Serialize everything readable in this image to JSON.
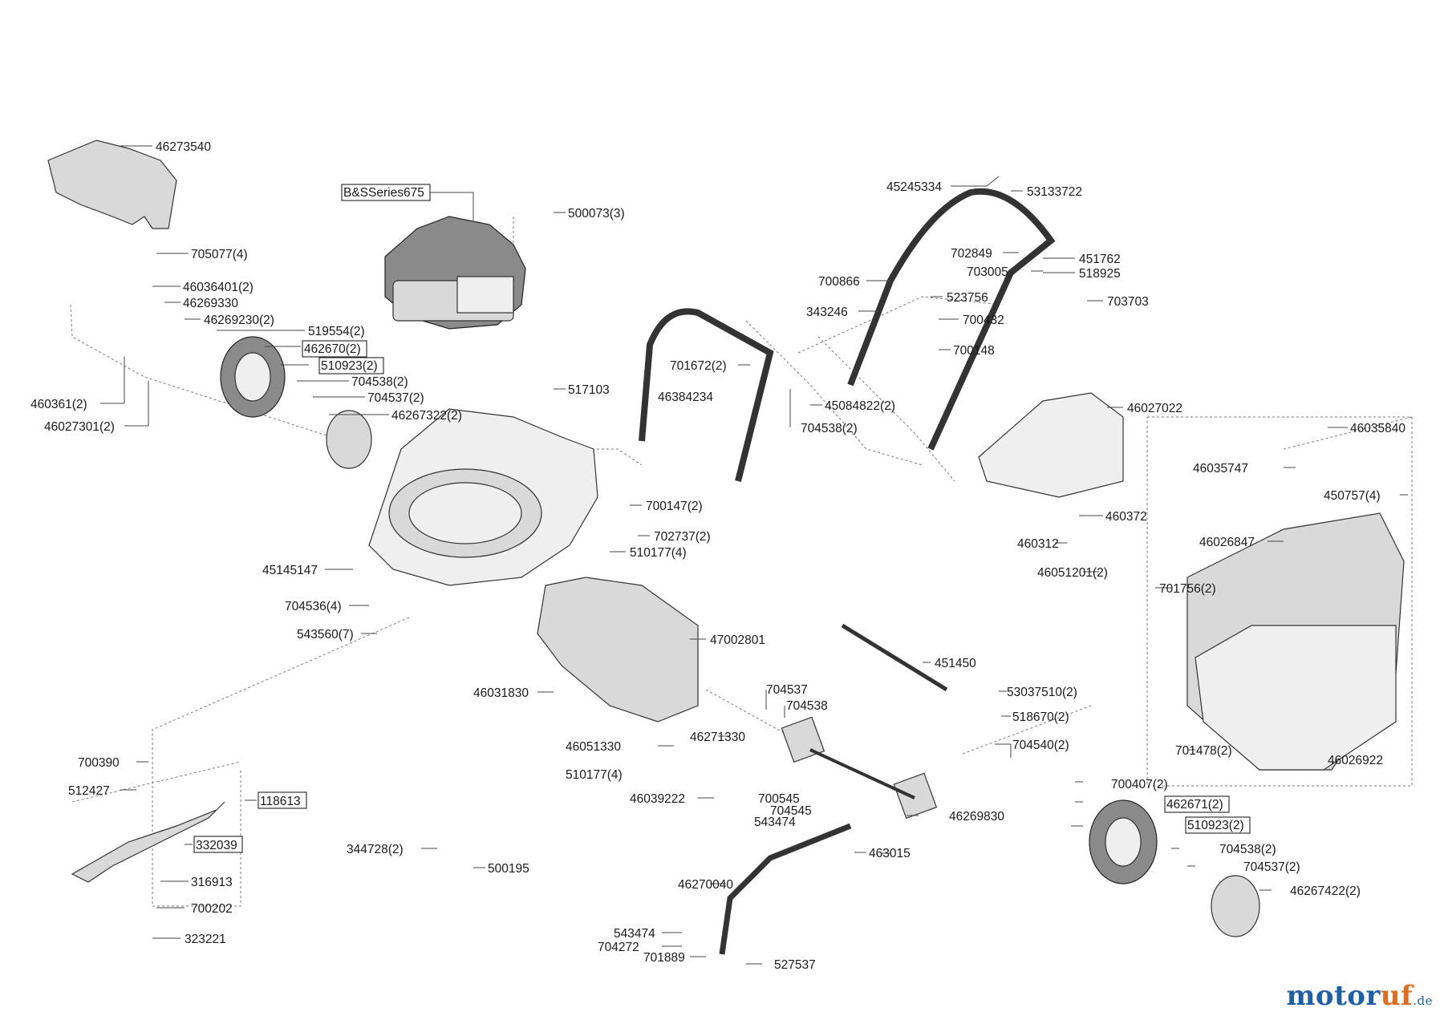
{
  "watermark": {
    "main_a": "motor",
    "main_b": "uf",
    "suffix": ".de"
  },
  "labels": [
    "46273540",
    "B&SSeries675",
    "500073(3)",
    "705077(4)",
    "46036401(2)",
    "46269330",
    "46269230(2)",
    "519554(2)",
    "462670(2)",
    "510923(2)",
    "704538(2)",
    "704537(2)",
    "46267322(2)",
    "460361(2)",
    "46027301(2)",
    "517103",
    "701672(2)",
    "46384234",
    "45084822(2)",
    "704538(2)",
    "45245334",
    "53133722",
    "702849",
    "703005",
    "451762",
    "518925",
    "700866",
    "523756",
    "703703",
    "343246",
    "700432",
    "700148",
    "46027022",
    "46035840",
    "46035747",
    "450757(4)",
    "46026847",
    "700147(2)",
    "702737(2)",
    "510177(4)",
    "45145147",
    "704536(4)",
    "543560(7)",
    "460372",
    "460312",
    "46051201(2)",
    "701756(2)",
    "47002801",
    "451450",
    "46031830",
    "704537",
    "704538",
    "53037510(2)",
    "518670(2)",
    "46051330",
    "46271330",
    "704540(2)",
    "701478(2)",
    "46026922",
    "510177(4)",
    "700390",
    "512427",
    "118613",
    "46039222",
    "700545",
    "704545",
    "543474",
    "46269830",
    "700407(2)",
    "462671(2)",
    "510923(2)",
    "332039",
    "344728(2)",
    "463015",
    "704538(2)",
    "704537(2)",
    "500195",
    "316913",
    "46270040",
    "46267422(2)",
    "700202",
    "323221",
    "543474",
    "704272",
    "701889",
    "527537"
  ]
}
